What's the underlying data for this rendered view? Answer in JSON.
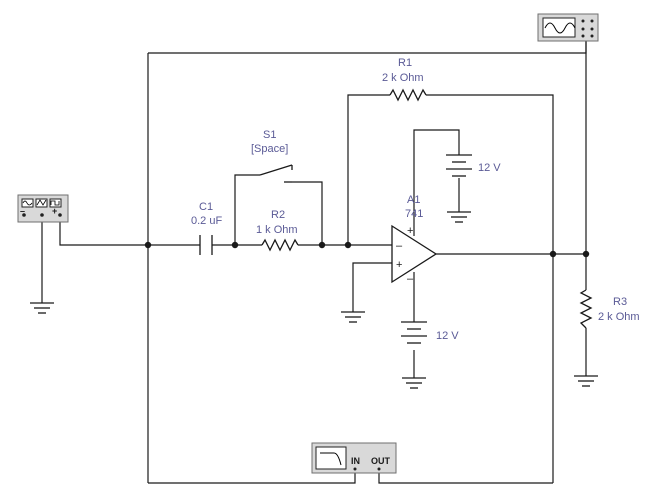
{
  "components": {
    "r1": {
      "ref": "R1",
      "value": "2 k Ohm"
    },
    "r2": {
      "ref": "R2",
      "value": "1 k Ohm"
    },
    "r3": {
      "ref": "R3",
      "value": "2 k Ohm"
    },
    "c1": {
      "ref": "C1",
      "value": "0.2 uF"
    },
    "s1": {
      "ref": "S1",
      "key": "[Space]"
    },
    "a1": {
      "ref": "A1",
      "model": "741",
      "plus_top": "+",
      "minus_top": "–",
      "inv_input": "–",
      "noninv_input": "+"
    },
    "v_pos": {
      "value": "12 V"
    },
    "v_neg": {
      "value": "12 V"
    }
  },
  "instruments": {
    "function_generator": {
      "name": "function-generator"
    },
    "oscilloscope": {
      "name": "oscilloscope"
    },
    "bode_plotter": {
      "in_label": "IN",
      "out_label": "OUT"
    }
  }
}
